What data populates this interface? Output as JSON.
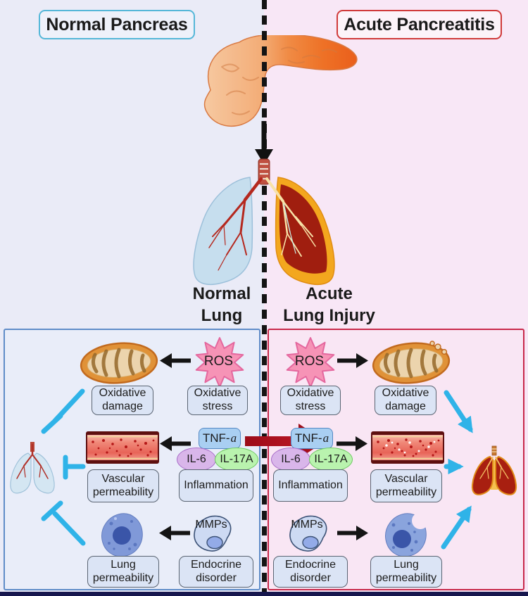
{
  "titles": {
    "normal_pancreas": "Normal Pancreas",
    "acute_pancreatitis": "Acute Pancreatitis",
    "normal_lung_line1": "Normal",
    "normal_lung_line2": "Lung",
    "acute_lung_line1": "Acute",
    "acute_lung_line2": "Lung Injury"
  },
  "labels": {
    "ros": "ROS",
    "oxidative_damage": "Oxidative damage",
    "oxidative_stress": "Oxidative stress",
    "tnf_prefix": "TNF-",
    "tnf_alpha": "a",
    "il6": "IL-6",
    "il17a": "IL-17A",
    "vascular_permeability": "Vascular permeability",
    "inflammation": "Inflammation",
    "mmps": "MMPs",
    "lung_permeability": "Lung permeability",
    "endocrine_disorder": "Endocrine disorder"
  },
  "colors": {
    "left_bg": "#eaebf7",
    "right_bg": "#f8e7f6",
    "left_panel_bg": "#e9edf9",
    "right_panel_bg": "#f9e6f4",
    "left_accent": "#55b7d8",
    "right_accent": "#d03a3a",
    "left_panel_border": "#5f8cc8",
    "right_panel_border": "#c8294a",
    "box_fill": "#dbe4f5",
    "box_border": "#5a6472",
    "tnf_fill": "#a9cff2",
    "tnf_border": "#5589c4",
    "il6_fill": "#d9b6ea",
    "il6_border": "#a86cc8",
    "il17a_fill": "#b9f3ae",
    "il17a_border": "#6fc862",
    "ros_fill": "#f693b6",
    "ros_border": "#e4679e",
    "cyan_arrow": "#2fb3e8",
    "red_arrow": "#a50f1c",
    "bottom_bar": "#17174e"
  }
}
